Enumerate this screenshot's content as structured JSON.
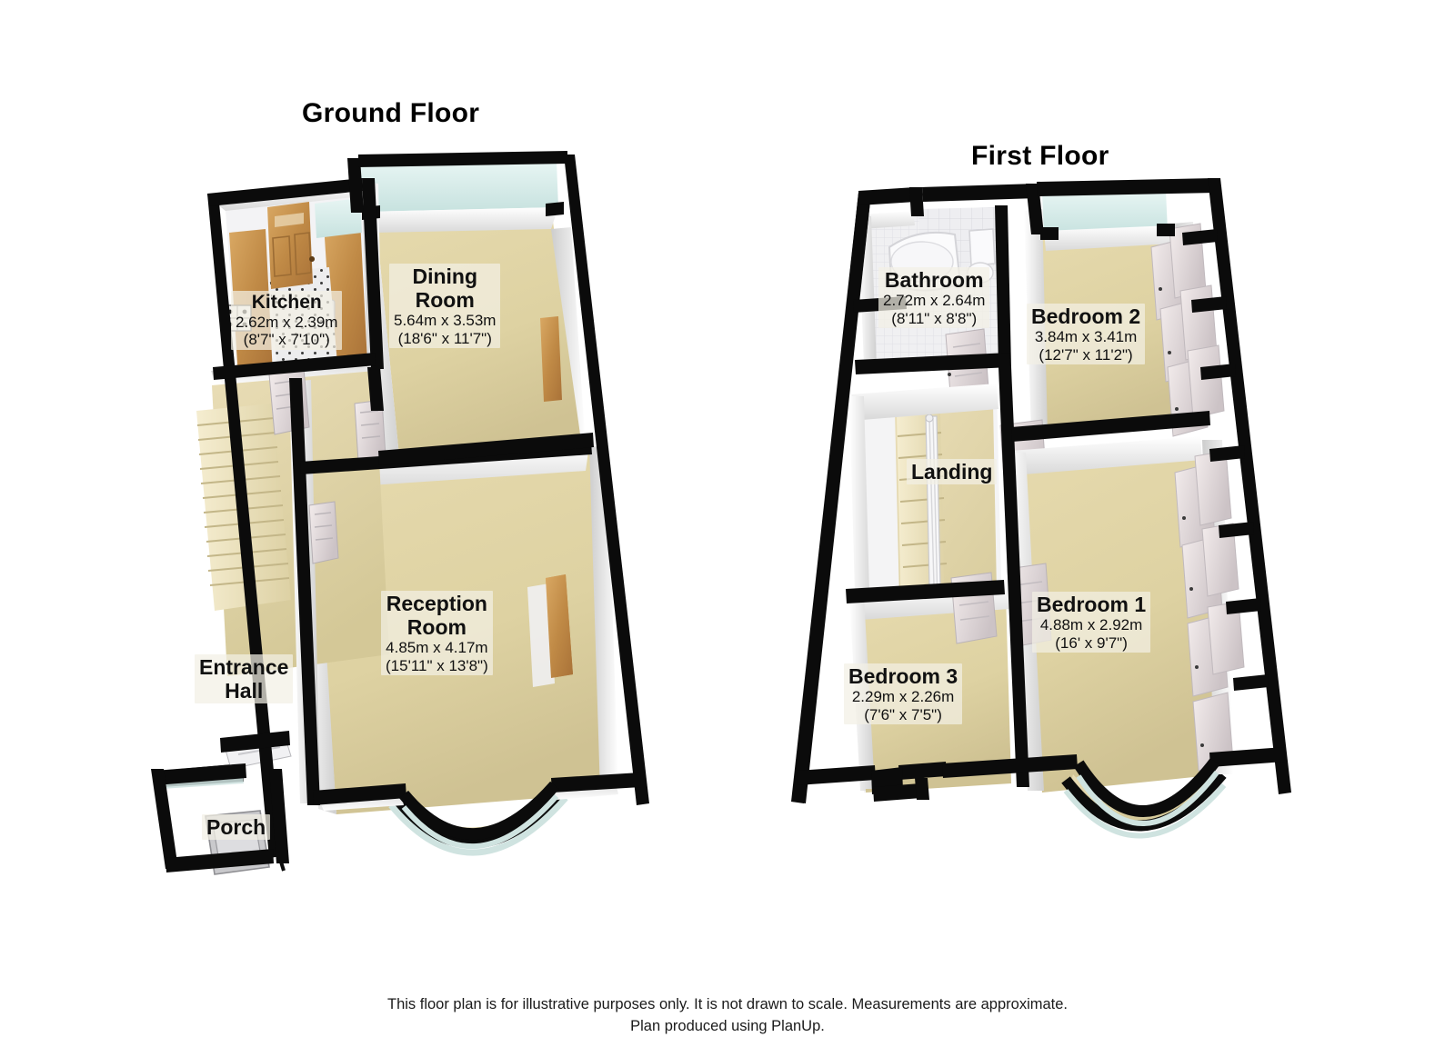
{
  "document": {
    "type": "floor-plan",
    "floors": [
      {
        "id": "ground",
        "title": "Ground Floor",
        "rooms": [
          {
            "id": "kitchen",
            "name": "Kitchen",
            "dim_metric": "2.62m x 2.39m",
            "dim_imperial": "(8'7\" x 7'10\")"
          },
          {
            "id": "dining",
            "name": "Dining",
            "name2": "Room",
            "dim_metric": "5.64m x 3.53m",
            "dim_imperial": "(18'6\" x 11'7\")"
          },
          {
            "id": "reception",
            "name": "Reception",
            "name2": "Room",
            "dim_metric": "4.85m x 4.17m",
            "dim_imperial": "(15'11\" x 13'8\")"
          },
          {
            "id": "entrance",
            "name": "Entrance",
            "name2": "Hall",
            "dim_metric": "",
            "dim_imperial": ""
          },
          {
            "id": "porch",
            "name": "Porch",
            "dim_metric": "",
            "dim_imperial": ""
          }
        ]
      },
      {
        "id": "first",
        "title": "First Floor",
        "rooms": [
          {
            "id": "bathroom",
            "name": "Bathroom",
            "dim_metric": "2.72m x 2.64m",
            "dim_imperial": "(8'11\" x 8'8\")"
          },
          {
            "id": "bedroom2",
            "name": "Bedroom 2",
            "dim_metric": "3.84m x 3.41m",
            "dim_imperial": "(12'7\" x 11'2\")"
          },
          {
            "id": "bedroom1",
            "name": "Bedroom 1",
            "dim_metric": "4.88m x 2.92m",
            "dim_imperial": "(16' x 9'7\")"
          },
          {
            "id": "bedroom3",
            "name": "Bedroom 3",
            "dim_metric": "2.29m x 2.26m",
            "dim_imperial": "(7'6\" x 7'5\")"
          },
          {
            "id": "landing",
            "name": "Landing",
            "dim_metric": "",
            "dim_imperial": ""
          }
        ]
      }
    ],
    "footer": {
      "line1": "This floor plan is for illustrative purposes only. It is not drawn to scale. Measurements are approximate.",
      "line2": "Plan produced using PlanUp."
    },
    "colors": {
      "wall_outline": "#0b0b0b",
      "wall_face": "#f2f2f2",
      "floor_carpet": "#ded2a2",
      "floor_carpet_light": "#e8dcb2",
      "tile_floor": "#ededf0",
      "wood_door": "#c08a46",
      "glass": "#d8ecea",
      "label_bg": "#f2f0e4",
      "text": "#111111",
      "background": "#ffffff"
    }
  }
}
